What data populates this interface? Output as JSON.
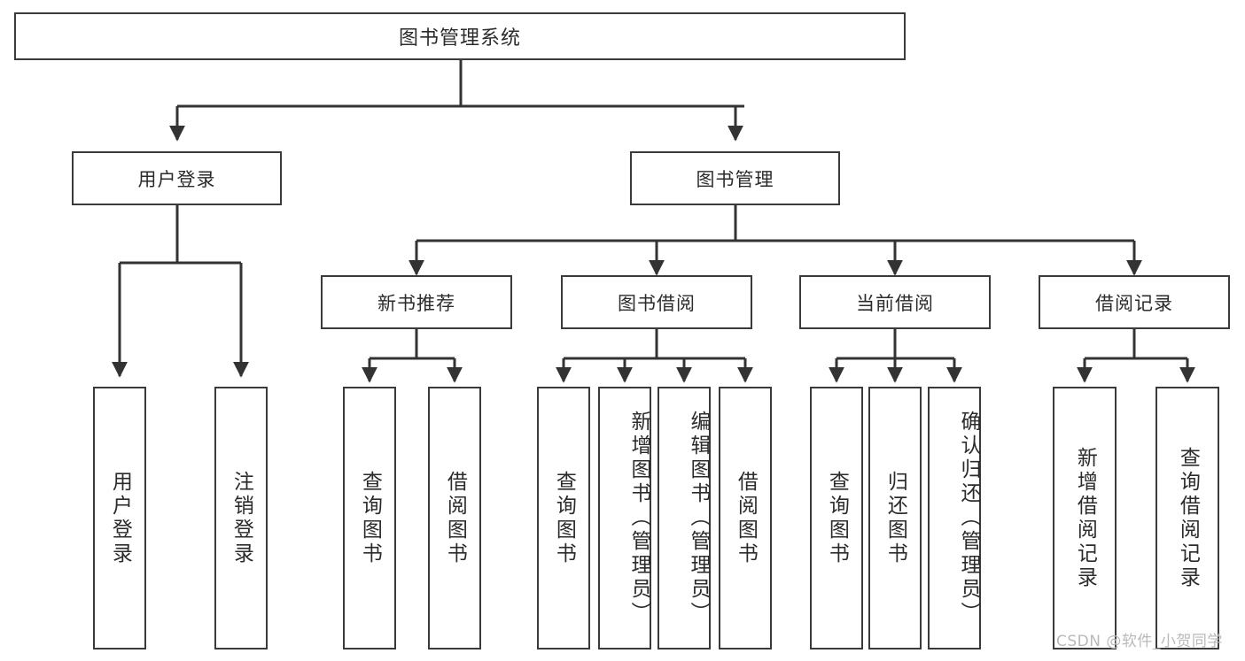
{
  "diagram": {
    "title": "图书管理系统",
    "type": "tree-hierarchy",
    "root": {
      "label": "图书管理系统"
    },
    "level1": [
      {
        "label": "用户登录"
      },
      {
        "label": "图书管理"
      }
    ],
    "level2": [
      {
        "label": "新书推荐"
      },
      {
        "label": "图书借阅"
      },
      {
        "label": "当前借阅"
      },
      {
        "label": "借阅记录"
      }
    ],
    "leaves": {
      "user_login": [
        {
          "label": "用户登录"
        },
        {
          "label": "注销登录"
        }
      ],
      "new_book_recommend": [
        {
          "label": "查询图书"
        },
        {
          "label": "借阅图书"
        }
      ],
      "book_borrow": [
        {
          "label": "查询图书"
        },
        {
          "label": "新增图书（管理员）"
        },
        {
          "label": "编辑图书（管理员）"
        },
        {
          "label": "借阅图书"
        }
      ],
      "current_borrow": [
        {
          "label": "查询图书"
        },
        {
          "label": "归还图书"
        },
        {
          "label": "确认归还（管理员）"
        }
      ],
      "borrow_record": [
        {
          "label": "新增借阅记录"
        },
        {
          "label": "查询借阅记录"
        }
      ]
    }
  },
  "watermark": {
    "text": "CSDN @软件_小贺同学"
  },
  "colors": {
    "border": "#3a3a3a",
    "text": "#2b2b2b",
    "background": "#ffffff",
    "watermark": "#b9b9b9"
  }
}
